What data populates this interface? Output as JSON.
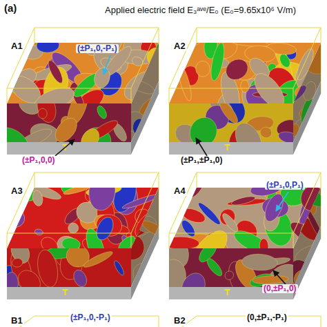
{
  "diagram": {
    "title": "Applied electric field E₃ᵃᵛᵉ/E₀ (E₀=9.65x10⁶ V/m)",
    "labels": [
      "(a)",
      "A1",
      "(±P₁,0,-P₁)",
      "(±P₁,0,0)",
      "A2",
      "(±P₁,±P₁,0)",
      "A3",
      "A4",
      "(±P₁,0,P₁)",
      "(0,±P₁,0)",
      "B1",
      "(±P₁,0,-P₁)",
      "B2",
      "(0,±P₁,-P₁)"
    ]
  }
}
